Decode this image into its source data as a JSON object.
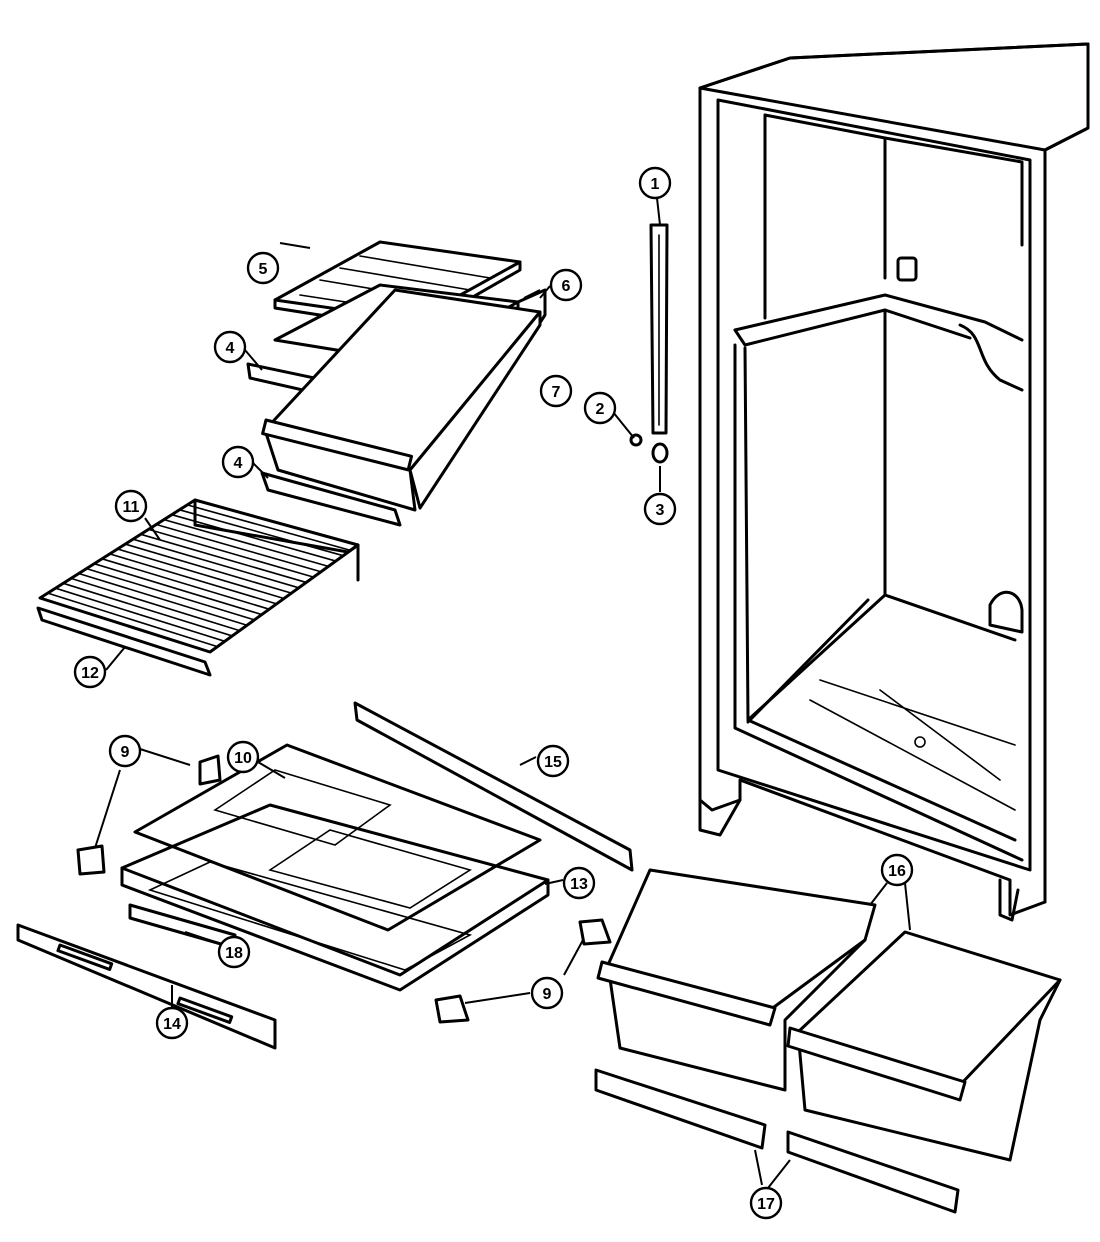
{
  "callouts": [
    {
      "id": "c1",
      "label": "1"
    },
    {
      "id": "c2",
      "label": "2"
    },
    {
      "id": "c3",
      "label": "3"
    },
    {
      "id": "c4a",
      "label": "4"
    },
    {
      "id": "c4b",
      "label": "4"
    },
    {
      "id": "c5",
      "label": "5"
    },
    {
      "id": "c6",
      "label": "6"
    },
    {
      "id": "c7",
      "label": "7"
    },
    {
      "id": "c9a",
      "label": "9"
    },
    {
      "id": "c9b",
      "label": "9"
    },
    {
      "id": "c10",
      "label": "10"
    },
    {
      "id": "c11",
      "label": "11"
    },
    {
      "id": "c12",
      "label": "12"
    },
    {
      "id": "c13",
      "label": "13"
    },
    {
      "id": "c14",
      "label": "14"
    },
    {
      "id": "c15",
      "label": "15"
    },
    {
      "id": "c16",
      "label": "16"
    },
    {
      "id": "c17",
      "label": "17"
    },
    {
      "id": "c18",
      "label": "18"
    }
  ]
}
